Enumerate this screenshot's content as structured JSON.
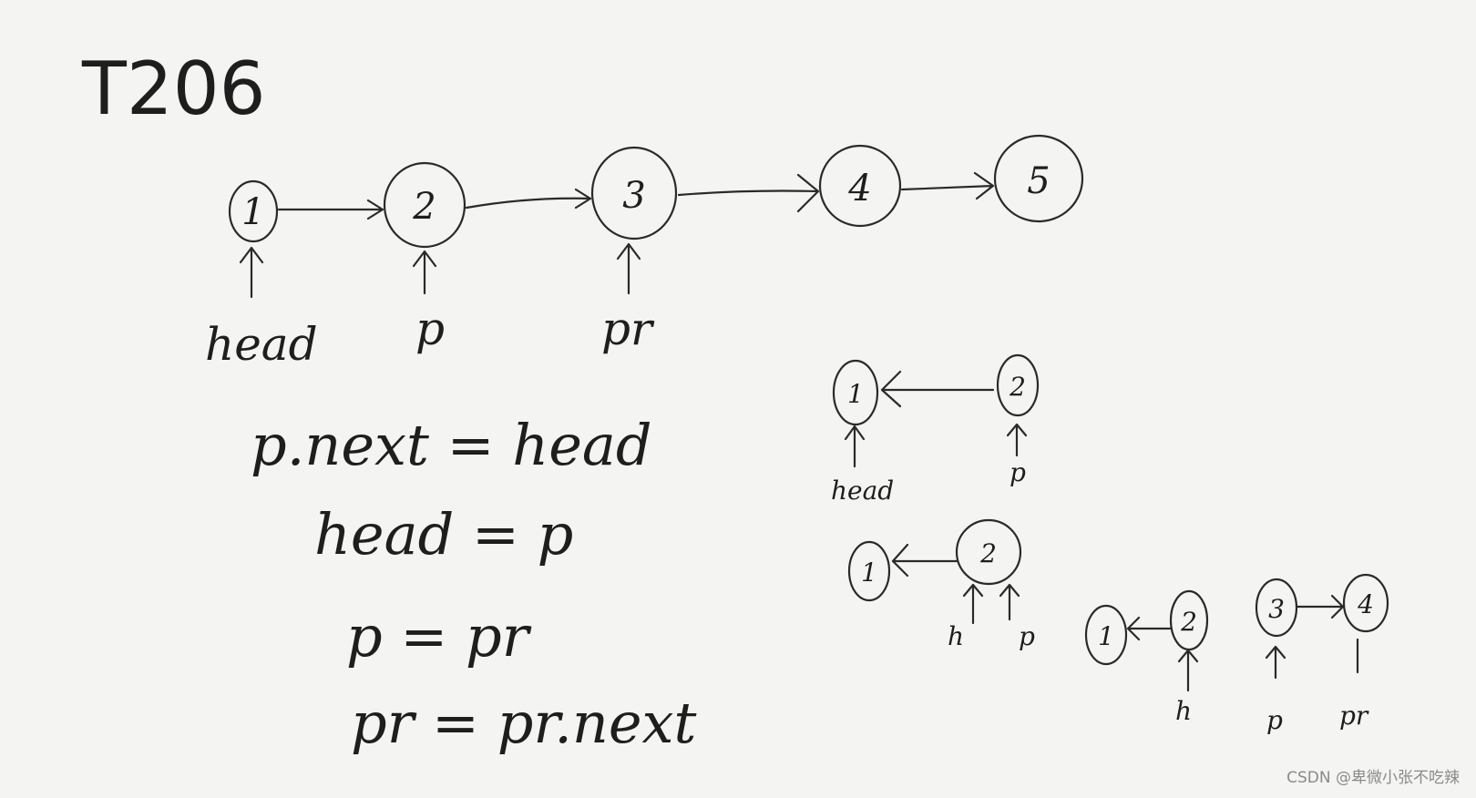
{
  "title": "T206",
  "main_list": {
    "nodes": [
      "1",
      "2",
      "3",
      "4",
      "5"
    ],
    "pointers": [
      "head",
      "p",
      "pr"
    ]
  },
  "code": [
    "p.next = head",
    "head = p",
    "p = pr",
    "pr = pr.next"
  ],
  "step1": {
    "nodes": [
      "1",
      "2"
    ],
    "pointers": [
      "head",
      "p"
    ]
  },
  "step2": {
    "nodes": [
      "1",
      "2"
    ],
    "pointers": [
      "h",
      "p"
    ]
  },
  "step3": {
    "nodes": [
      "1",
      "2",
      "3",
      "4"
    ],
    "pointers": [
      "h",
      "p",
      "pr"
    ]
  },
  "watermark": "CSDN @卑微小张不吃辣"
}
